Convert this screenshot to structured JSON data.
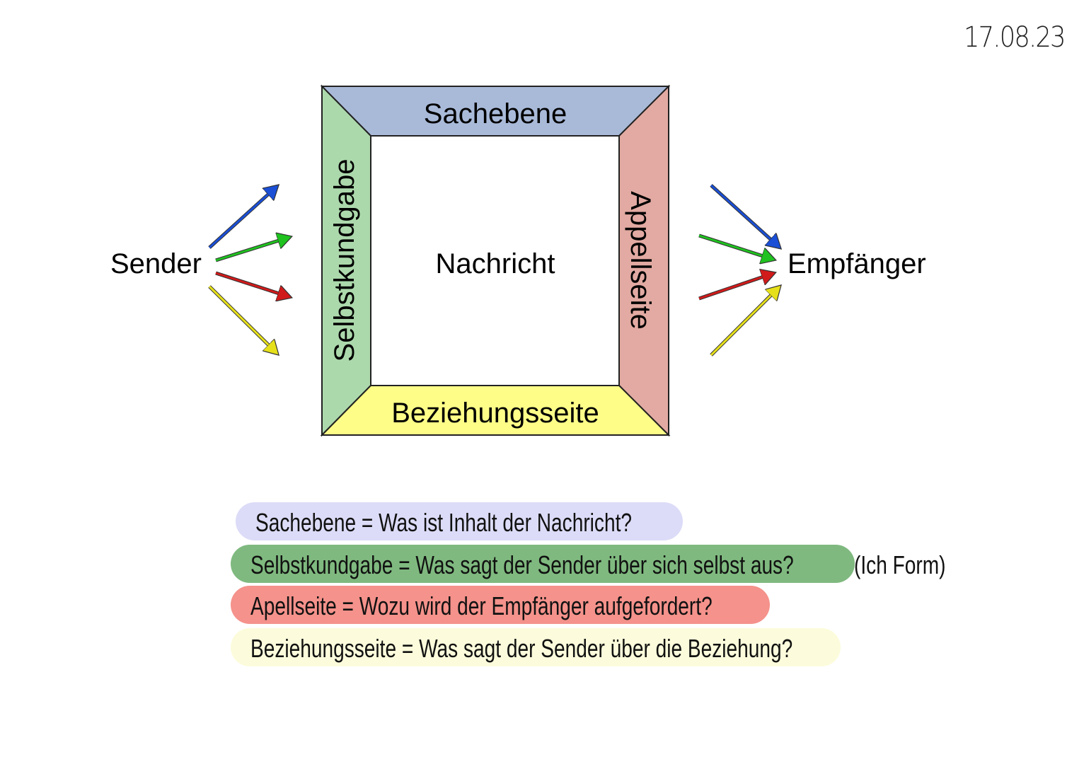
{
  "date": "17.08.23",
  "diagram": {
    "sender": "Sender",
    "receiver": "Empfänger",
    "center": "Nachricht",
    "sides": {
      "top": {
        "label": "Sachebene",
        "color": "#a9bad9"
      },
      "left": {
        "label": "Selbstkundgabe",
        "color": "#acd9ac"
      },
      "right": {
        "label": "Appellseite",
        "color": "#e2aaa2"
      },
      "bottom": {
        "label": "Beziehungsseite",
        "color": "#fdfd88"
      }
    },
    "arrow_colors": [
      "#1a4fd6",
      "#1fc21f",
      "#d11a1a",
      "#e6e01a"
    ]
  },
  "notes": [
    {
      "text": "Sachebene = Was ist Inhalt der Nachricht?",
      "color": "#dcdcf8"
    },
    {
      "text": "Selbstkundgabe = Was sagt der Sender über sich selbst aus?",
      "color": "#7fb97f",
      "suffix": "(Ich Form)"
    },
    {
      "text": "Apellseite = Wozu wird der Empfänger aufgefordert?",
      "color": "#f4928b"
    },
    {
      "text": "Beziehungsseite = Was sagt der Sender über die Beziehung?",
      "color": "#fcfcdc"
    }
  ]
}
